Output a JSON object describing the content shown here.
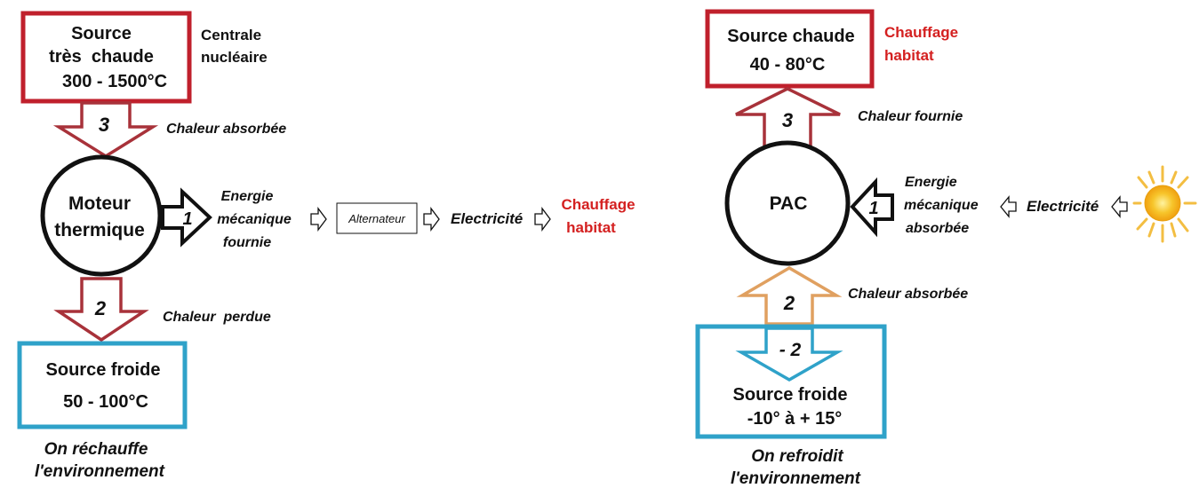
{
  "colors": {
    "red": "#c0202c",
    "dark_red": "#a8323a",
    "blue": "#2fa2c9",
    "orange": "#e0a060",
    "black": "#111111",
    "accent_text": "#d42020",
    "sun": "#f5c52a"
  },
  "engine": {
    "hot_source": {
      "lines": [
        "Source",
        "très  chaude",
        "300 - 1500°C"
      ]
    },
    "hot_label": [
      "Centrale",
      "nucléaire"
    ],
    "arrow_3": {
      "number": "3",
      "label": "Chaleur absorbée"
    },
    "circle": {
      "lines": [
        "Moteur",
        "thermique"
      ]
    },
    "arrow_1": {
      "number": "1",
      "label": [
        "Energie",
        "mécanique",
        "fournie"
      ]
    },
    "alternator": "Alternateur",
    "electricity": "Electricité",
    "heating": [
      "Chauffage",
      "habitat"
    ],
    "arrow_2": {
      "number": "2",
      "label": "Chaleur  perdue"
    },
    "cold_source": {
      "lines": [
        "Source froide",
        "50 - 100°C"
      ]
    },
    "footer": [
      "On réchauffe",
      "l'environnement"
    ]
  },
  "heatpump": {
    "hot_source": {
      "lines": [
        "Source chaude",
        "40 - 80°C"
      ]
    },
    "hot_label": [
      "Chauffage",
      "habitat"
    ],
    "arrow_3": {
      "number": "3",
      "label": "Chaleur fournie"
    },
    "circle": {
      "lines": [
        "PAC"
      ]
    },
    "arrow_1": {
      "number": "1",
      "label": [
        "Energie",
        "mécanique",
        "absorbée"
      ]
    },
    "electricity": "Electricité",
    "sun_icon": "sun-icon",
    "arrow_2": {
      "number": "2",
      "label": "Chaleur absorbée"
    },
    "arrow_minus2": {
      "number": "- 2"
    },
    "cold_source": {
      "lines": [
        "Source froide",
        "-10° à + 15°"
      ]
    },
    "footer": [
      "On refroidit",
      "l'environnement"
    ]
  }
}
